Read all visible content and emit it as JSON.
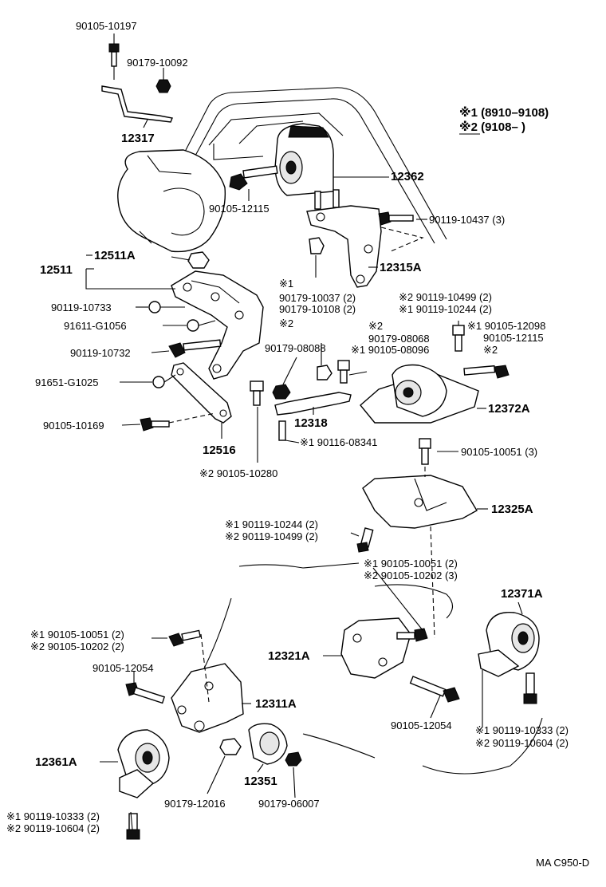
{
  "legend": {
    "note1": "※1 (8910–9108)",
    "note2": "※2 (9108–      )"
  },
  "labels": {
    "p90105_10197": "90105-10197",
    "p90179_10092": "90179-10092",
    "p12317": "12317",
    "p12362": "12362",
    "p90105_12115a": "90105-12115",
    "p90119_10437": "90119-10437 (3)",
    "p12511A": "12511A",
    "p12511": "12511",
    "p12315A": "12315A",
    "n1_a": "※1",
    "p90179_10037": "90179-10037 (2)",
    "p90179_10108": "90179-10108 (2)",
    "n2_a": "※2",
    "p90119_10733": "90119-10733",
    "p91611_G1056": "91611-G1056",
    "p90119_10732": "90119-10732",
    "p91651_G1025": "91651-G1025",
    "p90105_10169": "90105-10169",
    "p12516": "12516",
    "p90105_10280": "※2  90105-10280",
    "p90179_08088": "90179-08088",
    "n2_b": "※2",
    "p90179_08068": "90179-08068",
    "p90105_08096": "※1 90105-08096",
    "p12318": "12318",
    "p90116_08341": "※1  90116-08341",
    "p90119_10499a": "※2  90119-10499 (2)",
    "p90119_10244a": "※1  90119-10244 (2)",
    "p90105_12098": "※1 90105-12098",
    "p90105_12115b": "90105-12115",
    "n2_c": "※2",
    "p12372A": "12372A",
    "p90105_10051a": "90105-10051 (3)",
    "p12325A": "12325A",
    "p90119_10244b": "※1  90119-10244 (2)",
    "p90119_10499b": "※2  90119-10499 (2)",
    "p90105_10051b": "※1  90105-10051 (2)",
    "p90105_10202a": "※2  90105-10202 (3)",
    "p12371A": "12371A",
    "p90105_10051c": "※1  90105-10051 (2)",
    "p90105_10202b": "※2  90105-10202 (2)",
    "p12321A": "12321A",
    "p90105_12054a": "90105-12054",
    "p12311A": "12311A",
    "p90105_12054b": "90105-12054",
    "p90119_10333a": "※1  90119-10333 (2)",
    "p90119_10604a": "※2  90119-10604 (2)",
    "p12361A": "12361A",
    "p12351": "12351",
    "p90179_12016": "90179-12016",
    "p90179_06007": "90179-06007",
    "p90119_10333b": "※1 90119-10333 (2)",
    "p90119_10604b": "※2 90119-10604 (2)",
    "code": "MA C950-D"
  }
}
